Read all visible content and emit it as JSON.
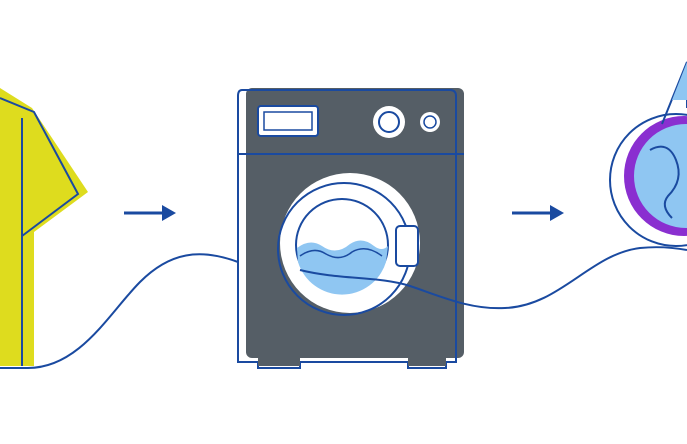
{
  "illustration": {
    "steps": [
      {
        "name": "shirt",
        "icon": "t-shirt-icon"
      },
      {
        "name": "washing-machine",
        "icon": "washing-machine-icon"
      },
      {
        "name": "stain-remover",
        "icon": "lens-icon"
      }
    ],
    "arrows": [
      "arrow-right-icon",
      "arrow-right-icon"
    ]
  },
  "colors": {
    "outline": "#1a4aa0",
    "shirt": "#dedc1e",
    "machine_body": "#555e66",
    "water": "#8fc6f2",
    "lens_ring": "#8a2fd0",
    "background": "#ffffff"
  }
}
